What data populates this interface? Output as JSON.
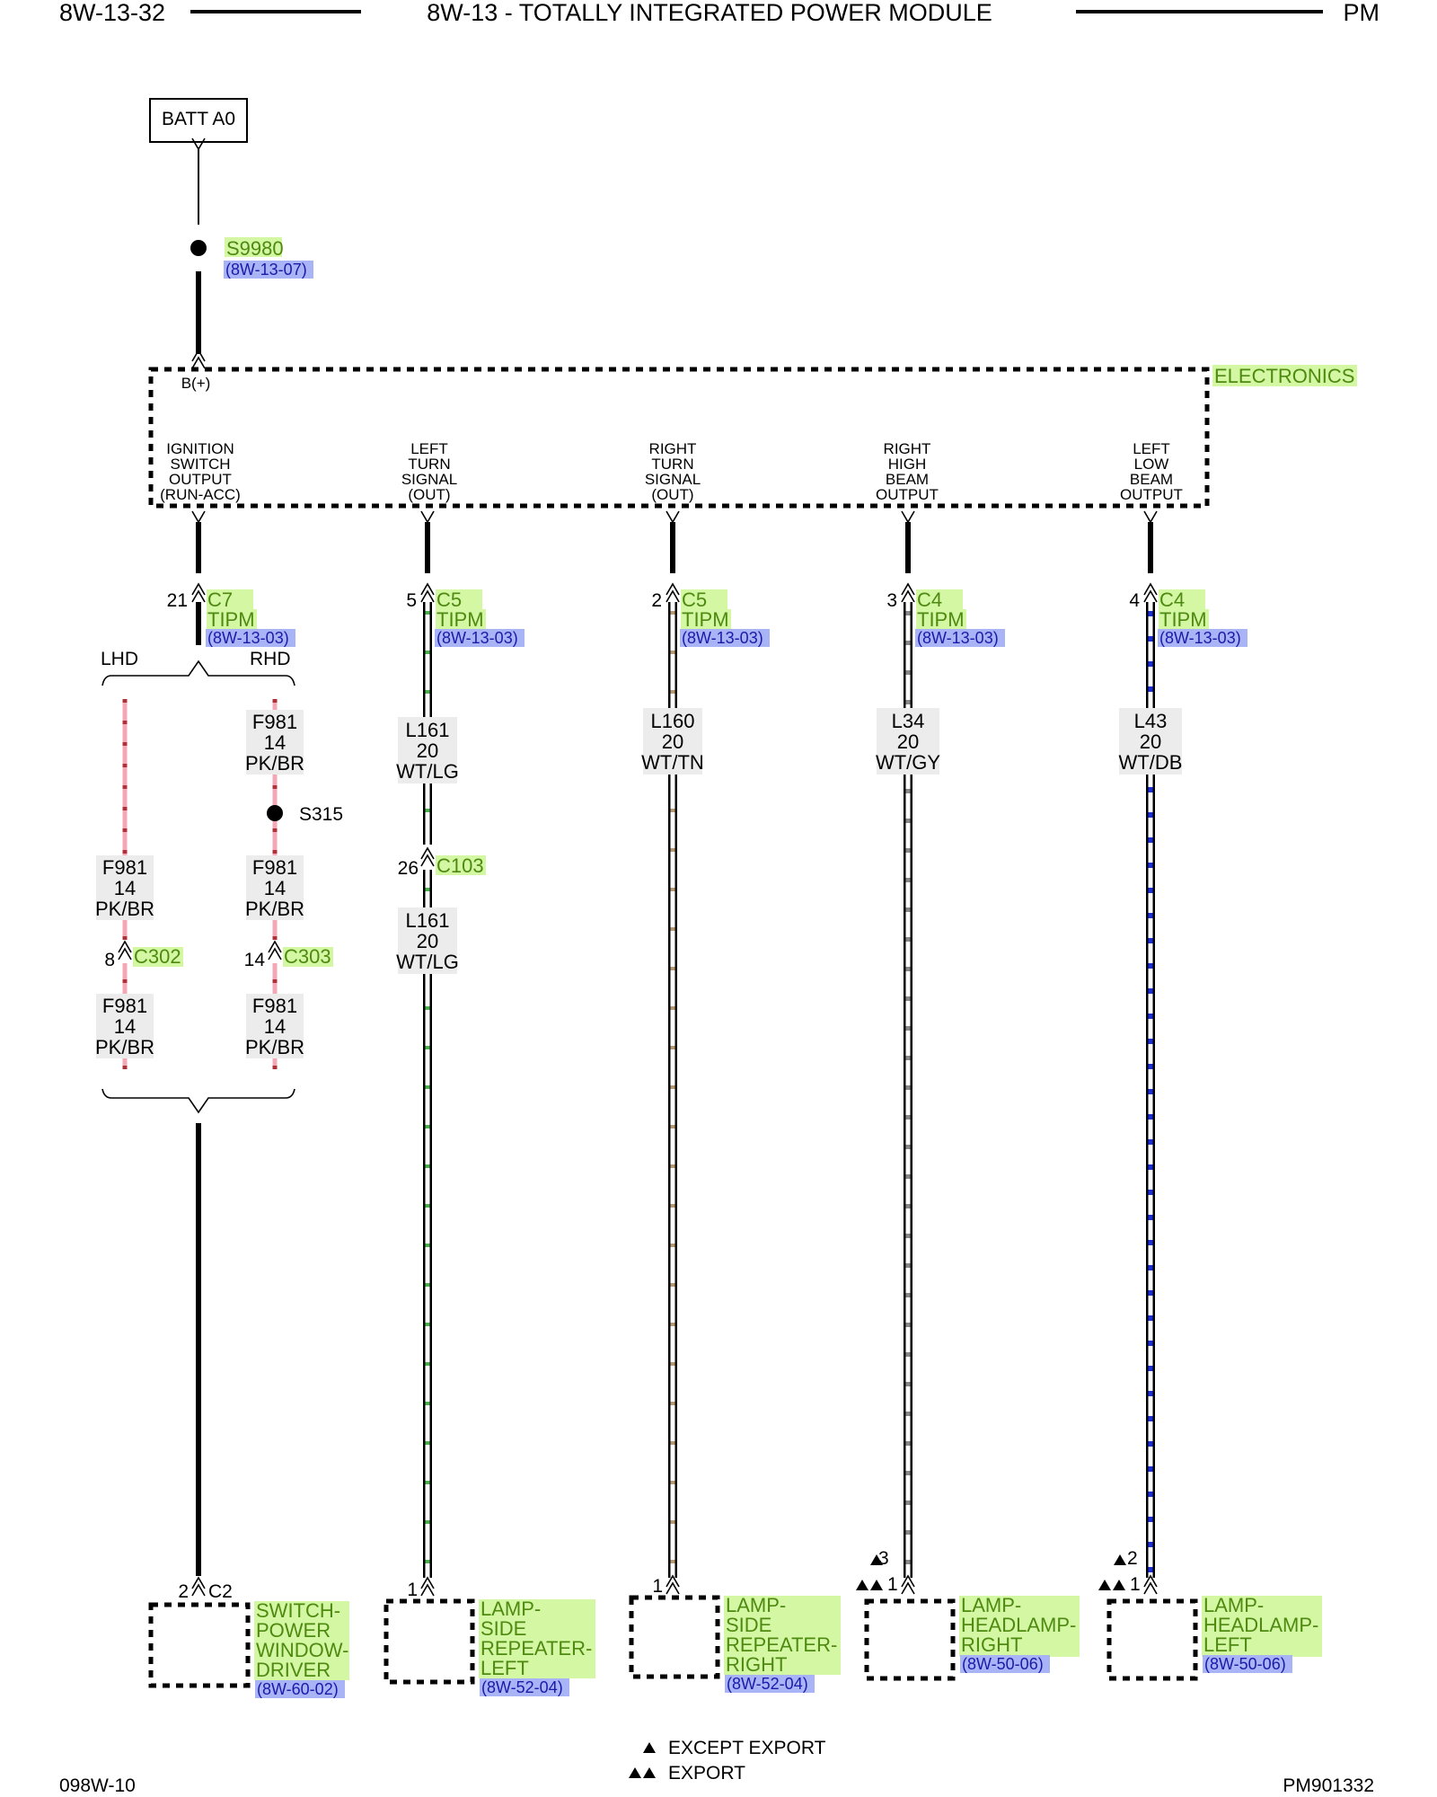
{
  "header": {
    "left": "8W-13-32",
    "center": "8W-13 - TOTALLY INTEGRATED POWER MODULE",
    "right": "PM"
  },
  "footer": {
    "left": "098W-10",
    "right": "PM901332"
  },
  "legend": {
    "except_export": "EXCEPT EXPORT",
    "export": "EXPORT"
  },
  "batt": {
    "label": "BATT A0",
    "splice": "S9980",
    "splice_ref": "(8W-13-07)",
    "pin": "B(+)"
  },
  "module": {
    "name": "ELECTRONICS",
    "outputs": [
      {
        "l1": "IGNITION",
        "l2": "SWITCH",
        "l3": "OUTPUT",
        "l4": "(RUN-ACC)"
      },
      {
        "l1": "LEFT",
        "l2": "TURN",
        "l3": "SIGNAL",
        "l4": "(OUT)"
      },
      {
        "l1": "RIGHT",
        "l2": "TURN",
        "l3": "SIGNAL",
        "l4": "(OUT)"
      },
      {
        "l1": "RIGHT",
        "l2": "HIGH",
        "l3": "BEAM",
        "l4": "OUTPUT"
      },
      {
        "l1": "LEFT",
        "l2": "LOW",
        "l3": "BEAM",
        "l4": "OUTPUT"
      }
    ]
  },
  "tipm_connectors": [
    {
      "pin": "21",
      "conn": "C7",
      "name": "TIPM",
      "ref": "(8W-13-03)"
    },
    {
      "pin": "5",
      "conn": "C5",
      "name": "TIPM",
      "ref": "(8W-13-03)"
    },
    {
      "pin": "2",
      "conn": "C5",
      "name": "TIPM",
      "ref": "(8W-13-03)"
    },
    {
      "pin": "3",
      "conn": "C4",
      "name": "TIPM",
      "ref": "(8W-13-03)"
    },
    {
      "pin": "4",
      "conn": "C4",
      "name": "TIPM",
      "ref": "(8W-13-03)"
    }
  ],
  "branch": {
    "lhd": "LHD",
    "rhd": "RHD",
    "wire": {
      "code": "F981",
      "gauge": "14",
      "color": "PK/BR"
    },
    "splice": "S315",
    "lhd_conn": {
      "pin": "8",
      "name": "C302"
    },
    "rhd_conn": {
      "pin": "14",
      "name": "C303"
    }
  },
  "wires": [
    {
      "code": "L161",
      "gauge": "20",
      "color": "WT/LG"
    },
    {
      "code": "L160",
      "gauge": "20",
      "color": "WT/TN"
    },
    {
      "code": "L34",
      "gauge": "20",
      "color": "WT/GY"
    },
    {
      "code": "L43",
      "gauge": "20",
      "color": "WT/DB"
    }
  ],
  "inline_conn": {
    "pin": "26",
    "name": "C103"
  },
  "wire_after_c103": {
    "code": "L161",
    "gauge": "20",
    "color": "WT/LG"
  },
  "components": [
    {
      "pins": [
        "2"
      ],
      "conn": "C2",
      "l1": "SWITCH-",
      "l2": "POWER",
      "l3": "WINDOW-",
      "l4": "DRIVER",
      "ref": "(8W-60-02)"
    },
    {
      "pins": [
        "1"
      ],
      "conn": "",
      "l1": "LAMP-",
      "l2": "SIDE",
      "l3": "REPEATER-",
      "l4": "LEFT",
      "ref": "(8W-52-04)"
    },
    {
      "pins": [
        "1"
      ],
      "conn": "",
      "l1": "LAMP-",
      "l2": "SIDE",
      "l3": "REPEATER-",
      "l4": "RIGHT",
      "ref": "(8W-52-04)"
    },
    {
      "pins": [
        "3",
        "1"
      ],
      "conn": "",
      "l1": "LAMP-",
      "l2": "HEADLAMP-",
      "l3": "RIGHT",
      "l4": "",
      "ref": "(8W-50-06)"
    },
    {
      "pins": [
        "2",
        "1"
      ],
      "conn": "",
      "l1": "LAMP-",
      "l2": "HEADLAMP-",
      "l3": "LEFT",
      "l4": "",
      "ref": "(8W-50-06)"
    }
  ],
  "wire_colors": {
    "wt_lg_tracer": "#4caf50",
    "wt_tn_tracer": "#b89a70",
    "wt_gy_tracer": "#888888",
    "wt_db_tracer": "#1b2fd6",
    "pk_br": "#f4a7b5",
    "pk_br_tracer": "#b0303a"
  }
}
